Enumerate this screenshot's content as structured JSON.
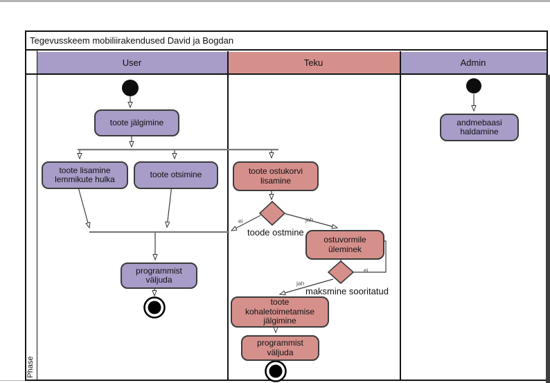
{
  "diagram": {
    "title": "Tegevusskeem mobiliirakendused David ja Bogdan",
    "phase_label": "Phase",
    "colors": {
      "lane_purple": "#a89cc8",
      "lane_salmon": "#d6908b",
      "line": "#3c3c3c",
      "canvas_edge": "#3f3f3f",
      "top_bar": "#b3b3b3"
    }
  },
  "lanes": [
    {
      "name": "User"
    },
    {
      "name": "Teku"
    },
    {
      "name": "Admin"
    }
  ],
  "nodes": {
    "user": {
      "toote_jalgimine": "toote jälgimine",
      "toote_lisamine": "toote lisamine lemmikute hulka",
      "toote_otsimine": "toote otsimine",
      "programmist_valjuda": "programmist väljuda"
    },
    "teku": {
      "toote_ostukorvi_lisamine": "toote ostukorvi lisamine",
      "ostuvormile_uleminek": "ostuvormile üleminek",
      "toote_kohaletoimetamise_jalgimine": "toote kohaletoimetamise jälgimine",
      "programmist_valjuda": "programmist väljuda"
    },
    "admin": {
      "andmebaasi_haldamine": "andmebaasi haldamine"
    }
  },
  "decisions": {
    "toode_ostmine": {
      "label": "toode ostmine",
      "yes": "jah",
      "no": "ei"
    },
    "maksmine_sooritatud": {
      "label": "maksmine sooritatud",
      "yes": "jah",
      "no": "ei"
    }
  }
}
